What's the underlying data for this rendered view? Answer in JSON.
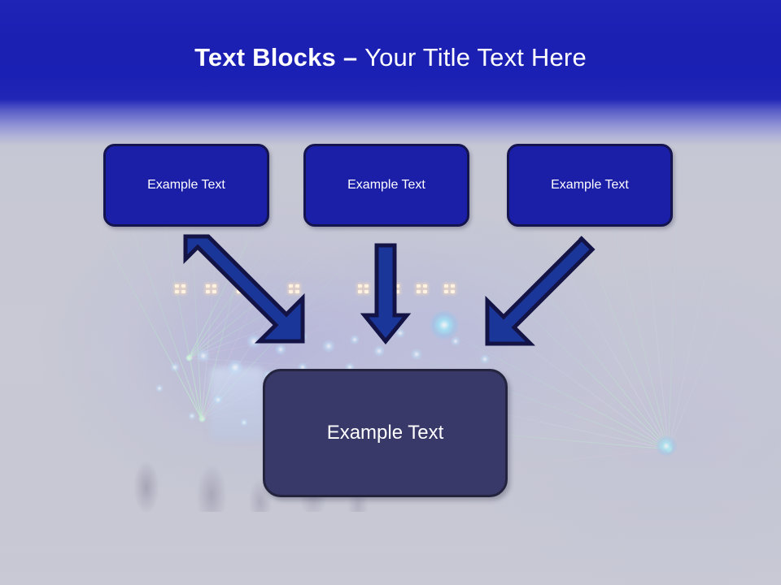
{
  "slide": {
    "title": {
      "strong": "Text Blocks",
      "dash": " – ",
      "rest": "Your Title Text Here",
      "full": "Text Blocks – Your Title Text Here"
    },
    "background": {
      "description": "concert-laser-show-photo",
      "base_color": "#c6c7d3"
    },
    "colors": {
      "header_blue": "#1b1fb2",
      "box_fill": "#1b1fa8",
      "box_border": "#14144e",
      "result_fill": "#383869",
      "result_border": "#24243f",
      "arrow_fill": "#1b3699",
      "arrow_border": "#131345",
      "text_white": "#ffffff"
    }
  },
  "nodes": {
    "top": [
      {
        "id": "node-1",
        "label": "Example Text"
      },
      {
        "id": "node-2",
        "label": "Example Text"
      },
      {
        "id": "node-3",
        "label": "Example Text"
      }
    ],
    "bottom": {
      "id": "node-4",
      "label": "Example Text"
    }
  },
  "arrows": [
    {
      "id": "arrow-left",
      "direction": "down-right",
      "from": "node-1",
      "to": "node-4"
    },
    {
      "id": "arrow-center",
      "direction": "down",
      "from": "node-2",
      "to": "node-4"
    },
    {
      "id": "arrow-right",
      "direction": "down-left",
      "from": "node-3",
      "to": "node-4"
    }
  ]
}
